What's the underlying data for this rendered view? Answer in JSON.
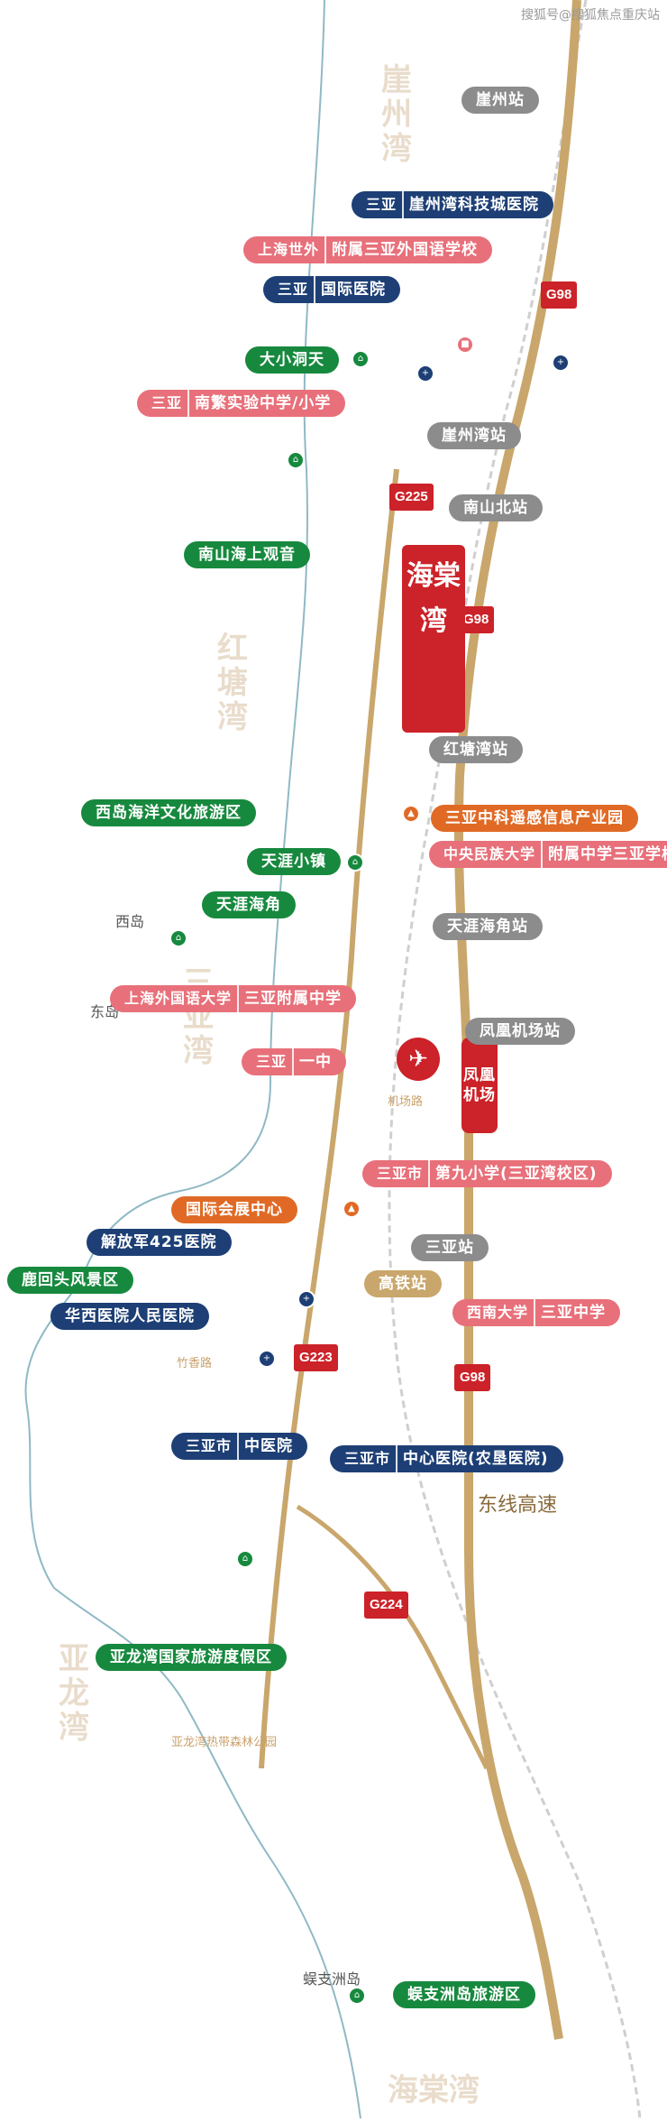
{
  "watermark": "搜狐号@搜狐焦点重庆站",
  "project_name": "海棠湾",
  "bays": {
    "yazhou": "崖州湾",
    "hongtang": "红塘湾",
    "sanya": "三亚湾",
    "yalong": "亚龙湾",
    "haitang": "海棠湾"
  },
  "places": {
    "xidao": "西岛",
    "dongdao": "东岛",
    "wuzhizhou": "蜈支洲岛",
    "forest_park": "亚龙湾热带森林公园",
    "zhujiang": "竹香路",
    "jichangxian": "机场路"
  },
  "roads": {
    "g98_top": "G98",
    "g225": "G225",
    "g98_mid": "G98",
    "g223": "G223",
    "g98_low": "G98",
    "g224": "G224",
    "east_highway": "东线高速"
  },
  "stations": {
    "yazhou": "崖州站",
    "yazhouwan": "崖州湾站",
    "nanshanbei": "南山北站",
    "hongtangwan": "红塘湾站",
    "tianyahaijiao": "天涯海角站",
    "phoenix_airport": "凤凰机场站",
    "sanya": "三亚站",
    "gaotie": "高铁站"
  },
  "airport": {
    "label": "凤凰机场"
  },
  "hospitals": {
    "yazhou_science": {
      "prefix": "三亚",
      "name": "崖州湾科技城医院"
    },
    "sanya_intl": {
      "prefix": "三亚",
      "name": "国际医院"
    },
    "pla425": {
      "prefix": "",
      "name": "解放军425医院"
    },
    "people_hosp": {
      "prefix": "",
      "name": "华西医院人民医院"
    },
    "city_central": {
      "prefix": "三亚市",
      "name": "中心医院(农垦医院)"
    },
    "city_central2": {
      "prefix": "三亚市",
      "name": "中医院"
    }
  },
  "schools": {
    "shangwai": {
      "prefix": "上海世外",
      "name": "附属三亚外国语学校"
    },
    "nanfan": {
      "prefix": "三亚",
      "name": "南繁实验中学/小学"
    },
    "zhongkeyuan": {
      "prefix": "中央民族大学",
      "name": "附属中学三亚学校"
    },
    "shangwai2": {
      "prefix": "上海外国语大学",
      "name": "三亚附属中学"
    },
    "sanya_middle": {
      "prefix": "三亚",
      "name": "一中"
    },
    "jiuxiao": {
      "prefix": "三亚市",
      "name": "第九小学(三亚湾校区)"
    },
    "xinan": {
      "prefix": "西南大学",
      "name": "三亚中学"
    }
  },
  "scenic": {
    "dayao": "大小洞天",
    "nanshan": "南山海上观音",
    "xidao_culture": "西岛海洋文化旅游区",
    "tianya_town": "天涯小镇",
    "tianya_scenic": "天涯海角",
    "luhuitou": "鹿回头风景区",
    "yalong_resort": "亚龙湾国家旅游度假区",
    "wuzhizhou_resort": "蜈支洲岛旅游区"
  },
  "industry": {
    "science_park": "三亚中科遥感信息产业园",
    "expo": "国际会展中心"
  },
  "colors": {
    "hospital": "#1d3f75",
    "scenic": "#17893e",
    "school": "#e8707a",
    "station": "#8c8c8c",
    "industry": "#e06a25",
    "accent": "#cc2229",
    "road": "#c9a66b",
    "coast": "#8fb9c4"
  }
}
